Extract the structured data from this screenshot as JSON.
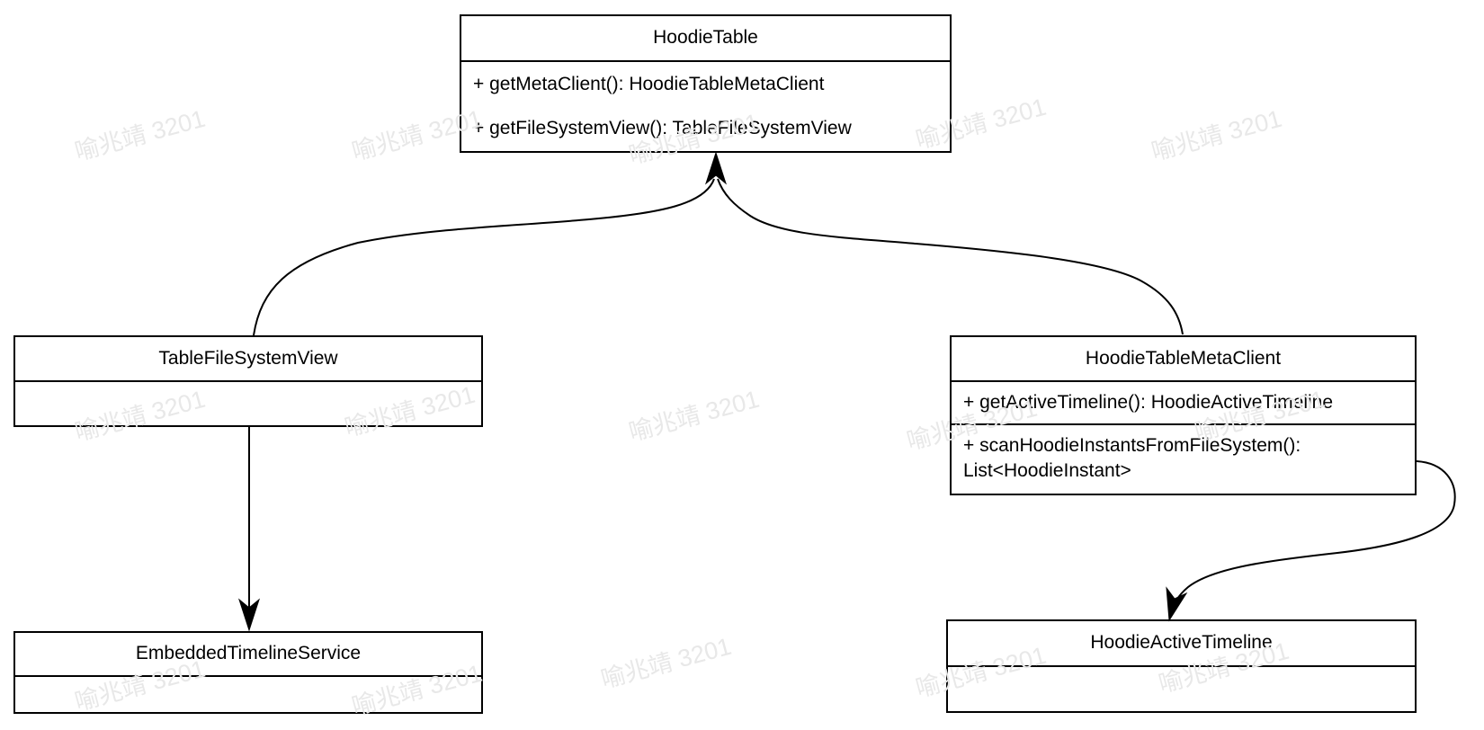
{
  "diagram": {
    "kind": "uml-class-diagram",
    "colors": {
      "stroke": "#000000",
      "background": "#ffffff",
      "watermark": "#e8e8e8"
    },
    "classes": {
      "hoodieTable": {
        "name": "HoodieTable",
        "method1": "+ getMetaClient(): HoodieTableMetaClient",
        "method2": "+ getFileSystemView(): TableFileSystemView"
      },
      "tableFileSystemView": {
        "name": "TableFileSystemView"
      },
      "hoodieTableMetaClient": {
        "name": "HoodieTableMetaClient",
        "method1": "+ getActiveTimeline(): HoodieActiveTimeline",
        "method2": "+ scanHoodieInstantsFromFileSystem(): List<HoodieInstant>"
      },
      "embeddedTimelineService": {
        "name": "EmbeddedTimelineService"
      },
      "hoodieActiveTimeline": {
        "name": "HoodieActiveTimeline"
      }
    },
    "relations": [
      {
        "from": "TableFileSystemView",
        "to": "HoodieTable",
        "style": "curved-solid-arrow"
      },
      {
        "from": "HoodieTableMetaClient",
        "to": "HoodieTable",
        "style": "curved-solid-arrow"
      },
      {
        "from": "TableFileSystemView",
        "to": "EmbeddedTimelineService",
        "style": "straight-solid-arrow"
      },
      {
        "from": "HoodieTableMetaClient",
        "to": "HoodieActiveTimeline",
        "style": "curved-solid-arrow"
      }
    ]
  },
  "watermark": {
    "text": "喻兆靖 3201"
  }
}
